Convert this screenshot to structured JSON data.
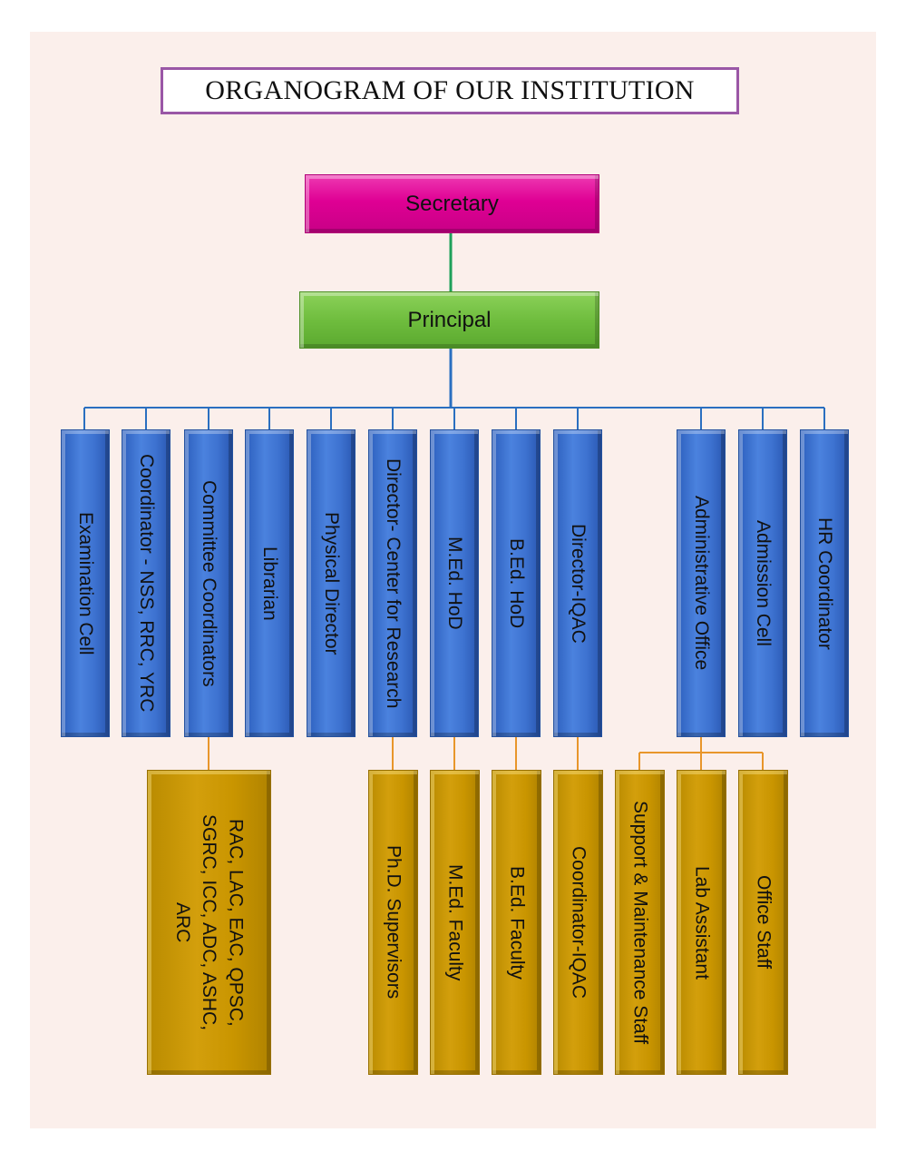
{
  "title": "ORGANOGRAM OF OUR INSTITUTION",
  "top": {
    "secretary": "Secretary",
    "principal": "Principal"
  },
  "departments": [
    "Examination Cell",
    "Coordinator - NSS, RRC, YRC",
    "Committee Coordinators",
    "Librarian",
    "Physical Director",
    "Director- Center for Research",
    "M.Ed. HoD",
    "B.Ed. HoD",
    "Director-IQAC",
    "Administrative Office",
    "Admission Cell",
    "HR Coordinator"
  ],
  "sub_units": [
    "RAC, LAC, EAC, QPSC, SGRC, ICC, ADC, ASHC, ARC",
    "Ph.D. Supervisors",
    "M.Ed. Faculty",
    "B.Ed. Faculty",
    "Coordinator-IQAC",
    "Support & Maintenance Staff",
    "Lab Assistant",
    "Office Staff"
  ],
  "colors": {
    "secretary": "#df0094",
    "principal": "#6fbd3e",
    "department": "#3d72d0",
    "sub_unit": "#c99500",
    "connector_top": "#1ea05a",
    "connector_blue": "#2a6fc0",
    "connector_orange": "#e8962b",
    "title_border": "#9a57a6"
  }
}
